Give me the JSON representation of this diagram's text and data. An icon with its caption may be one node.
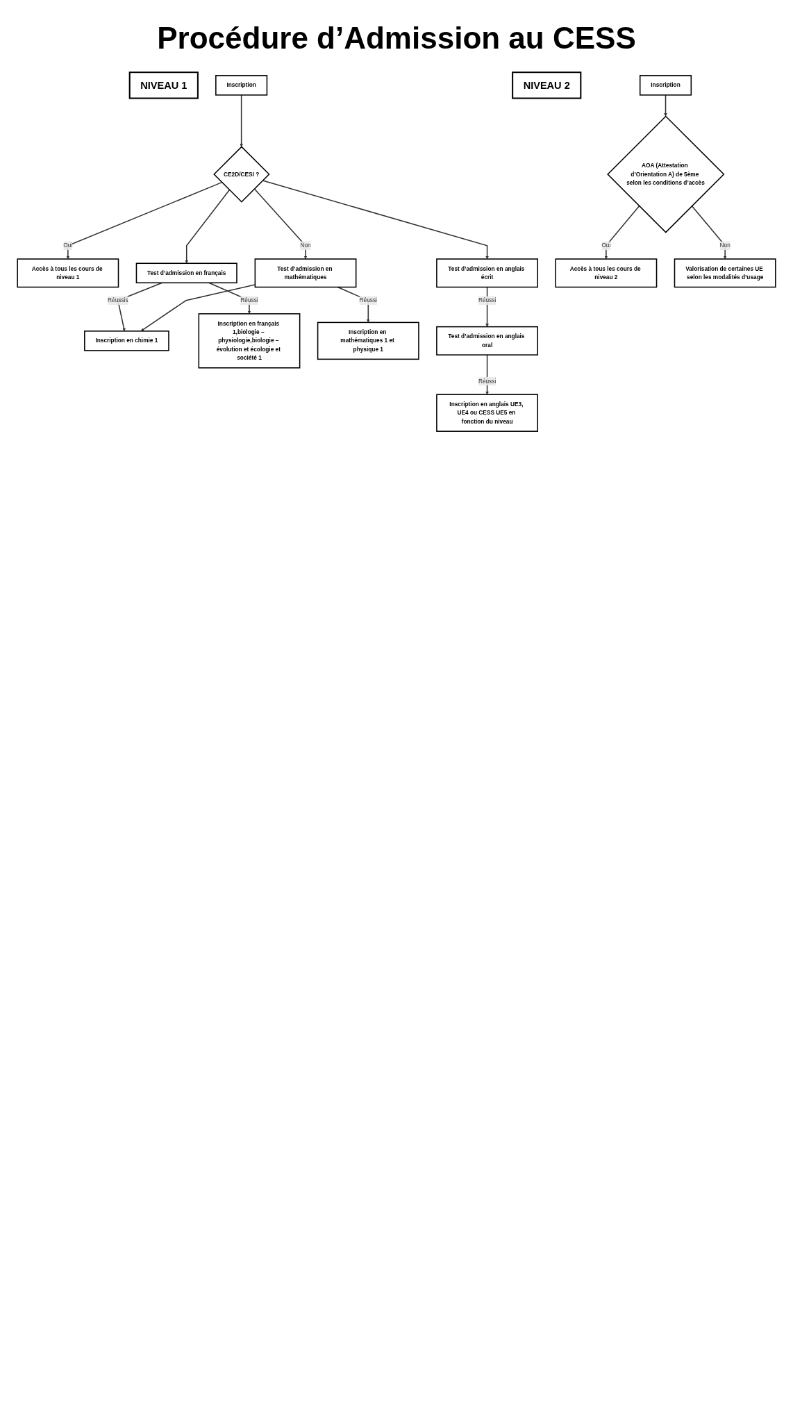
{
  "diagram": {
    "title": "Procédure d’Admission au CESS",
    "nodes": [
      {
        "text": [
          "NIVEAU 1"
        ]
      },
      {
        "text": [
          "Inscription"
        ]
      },
      {
        "text": [
          "CE2D/CESI ?"
        ]
      },
      {
        "text": [
          "Accès à tous les cours de niveau 1"
        ]
      },
      {
        "text": [
          "Test d’admission en français"
        ]
      },
      {
        "text": [
          "Test d’admission en mathématiques"
        ]
      },
      {
        "text": [
          "Test d’admission en anglais écrit"
        ]
      },
      {
        "text": [
          "Inscription en chimie 1"
        ]
      },
      {
        "text": [
          "Inscription en français 1,biologie – physiologie,biologie – évolution et écologie et société 1"
        ]
      },
      {
        "text": [
          "Inscription en mathématiques 1 et physique 1"
        ]
      },
      {
        "text": [
          "Test d’admission en anglais oral"
        ]
      },
      {
        "text": [
          "Inscription en anglais UE3, UE4 ou CESS UE5 en fonction du niveau"
        ]
      },
      {
        "text": [
          "NIVEAU 2"
        ]
      },
      {
        "text": [
          "Inscription"
        ]
      },
      {
        "text": [
          "AOA (Attestation d’Orientation A) de 5ème selon les conditions d’accès"
        ]
      },
      {
        "text": [
          "Accès à tous les cours de niveau 2"
        ]
      },
      {
        "text": [
          "Valorisation de certaines UE selon les modalités d’usage"
        ]
      }
    ],
    "edges": [
      {
        "from": 1,
        "to": 2,
        "arrow": "to"
      },
      {
        "from": 2,
        "to": 3,
        "arrow": "to",
        "label": "Oui"
      },
      {
        "from": 2,
        "to": 4,
        "arrow": "to"
      },
      {
        "from": 2,
        "to": 5,
        "arrow": "to",
        "label": "Non"
      },
      {
        "from": 2,
        "to": 6,
        "arrow": "to"
      },
      {
        "from": 4,
        "to": 7,
        "arrow": "to",
        "label": "Réussis"
      },
      {
        "from": 5,
        "to": 7,
        "arrow": "to"
      },
      {
        "from": 4,
        "to": 8,
        "arrow": "to",
        "label": "Réussi"
      },
      {
        "from": 5,
        "to": 9,
        "arrow": "to",
        "label": "Réussi"
      },
      {
        "from": 6,
        "to": 10,
        "arrow": "to",
        "label": "Réussi"
      },
      {
        "from": 10,
        "to": 11,
        "arrow": "to",
        "label": "Réussi"
      },
      {
        "from": 13,
        "to": 14,
        "arrow": "to"
      },
      {
        "from": 14,
        "to": 15,
        "arrow": "to",
        "label": "Oui"
      },
      {
        "from": 14,
        "to": 16,
        "arrow": "to",
        "label": "Non"
      }
    ]
  }
}
